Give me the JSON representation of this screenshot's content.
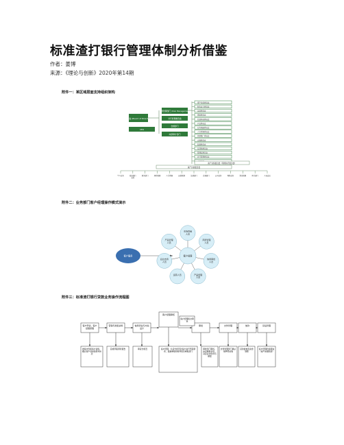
{
  "title": "标准渣打银行管理体制分析借鉴",
  "author": "作者：姜博",
  "source": "来源：《理论与创新》2020年第14期",
  "figure1": {
    "heading": "附件一：某区域层面支持组织架构",
    "root": "董事会 (Board of Directors)",
    "left_small": "CEO",
    "branches": [
      "风险管理部门 (Risk Management)",
      "分行管理委员会",
      "合规部门",
      "内部审计部门"
    ],
    "right_boxes": [
      "资产负债委员会",
      "财务会计委员会",
      "运营委员会",
      "风险委员会",
      "信息科技委员会",
      "产品委员会",
      "业务拓展委员会",
      "人力资源委员会",
      "营销推广委员会",
      "合规委员会",
      "监督委员会",
      "反洗钱委员会",
      "管理层委员会",
      "总行管理委员会",
      "人员会议"
    ],
    "bottom_wide": "资产负债委员会",
    "bottom_right": "资产负债委员会（风险执行委员会）",
    "bottom_row": [
      "个人业务",
      "批发银行业务",
      "财务部门",
      "风险管理",
      "人力资源",
      "运营管理",
      "法律部门",
      "合规部门",
      "公司业务",
      "零售业务",
      "资金管理",
      "审计部门",
      "人员会议"
    ]
  },
  "figure2": {
    "heading": "附件二：业务部门客户经理操作模式演示",
    "customer": "客户服务",
    "center": "客户经理",
    "spokes": [
      "市场营销人员",
      "风险管理人员",
      "信用审批人员",
      "产品经理人员",
      "运营人员",
      "后台支持人员",
      "产品管理人员"
    ]
  },
  "figure3": {
    "heading": "附件三：标准渣打银行贷款业务操作流程图",
    "top_steps": [
      "客户申请，客户经理受理",
      "营销与搜集资料",
      "信用评估与方案设计",
      "客户经理审核",
      "审批",
      "文件管理",
      "放款",
      "贷后管理"
    ],
    "top_notes": [
      "客户经理提交审核",
      "信用风险部门",
      "评估与审批"
    ],
    "bottom_notes": [
      "收集文件和客户资料，确认客户身份及财务状况",
      "完成尽职调查报告",
      "审贷分析员",
      "客户经理、信贷分析员对客户进行尽职调查，准备审批材料并提交审批部门",
      "审批部门审核，出具审批意见，决定贷款条件与额度",
      "文件管理部门确认抵押登记等",
      "贷款发放及资金划拨",
      "客户经理持续跟进（客户定期回访）"
    ]
  }
}
